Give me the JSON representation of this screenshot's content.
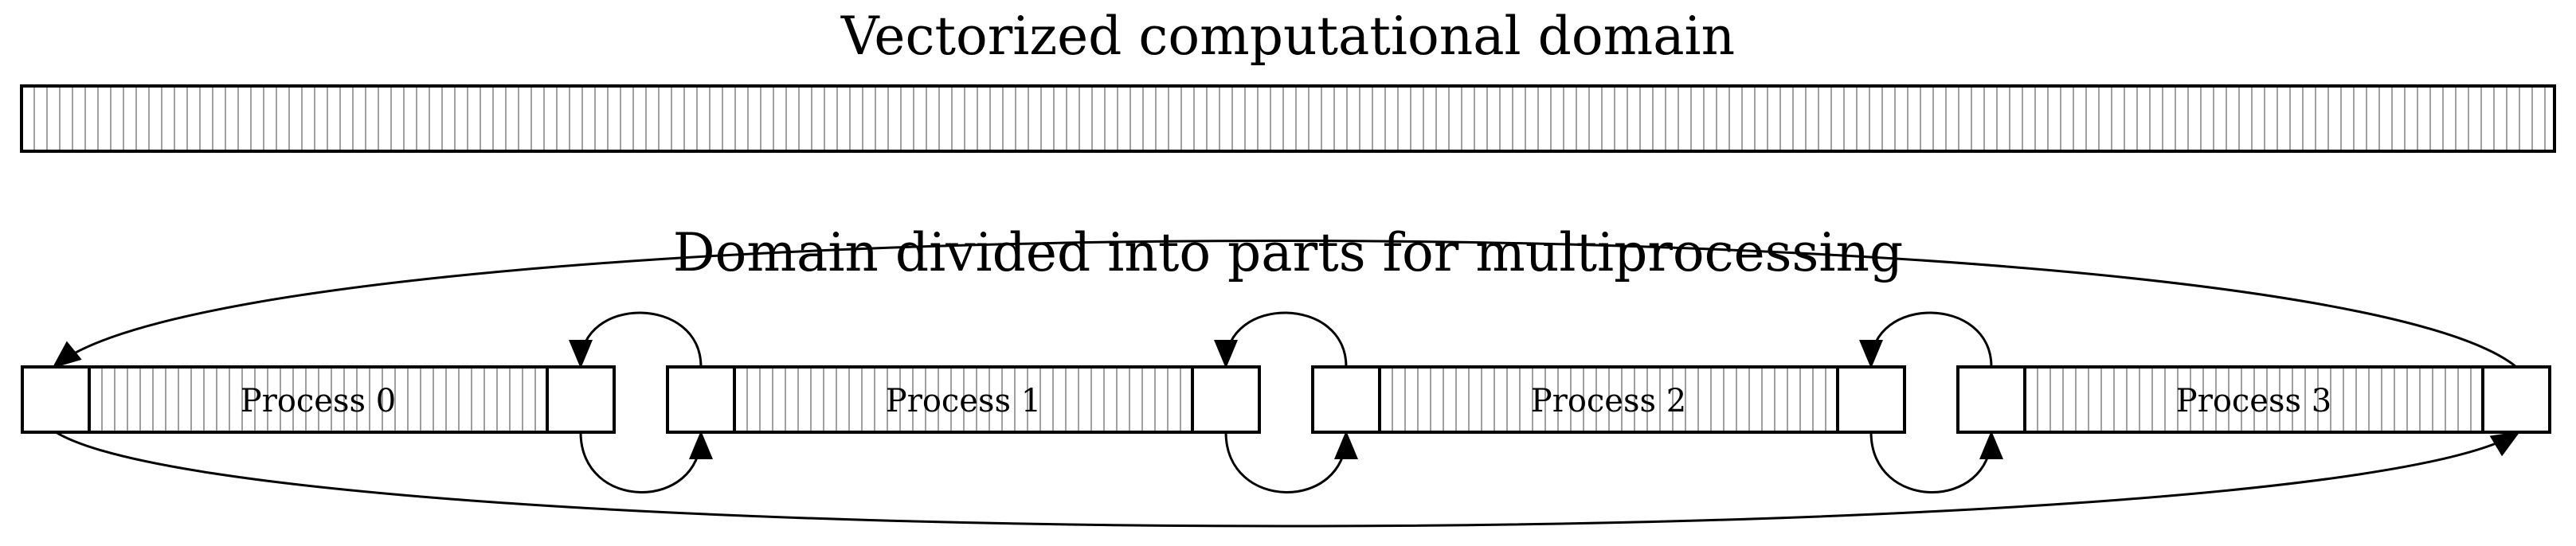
{
  "top_title": "Vectorized computational domain",
  "bottom_title": "Domain divided into parts for multiprocessing",
  "processes": [
    {
      "label": "Process 0"
    },
    {
      "label": "Process 1"
    },
    {
      "label": "Process 2"
    },
    {
      "label": "Process 3"
    }
  ],
  "colors": {
    "stroke": "#000000",
    "hatch": "#a0a0a0",
    "background": "#ffffff"
  }
}
